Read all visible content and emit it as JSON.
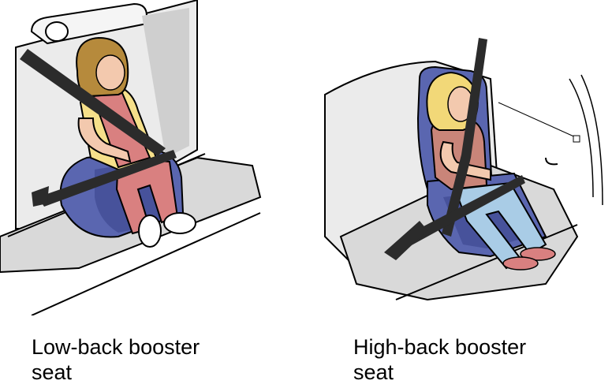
{
  "figures": [
    {
      "caption_line1": "Low-back booster",
      "caption_line2": "seat"
    },
    {
      "caption_line1": "High-back booster",
      "caption_line2": "seat"
    }
  ],
  "colors": {
    "booster_blue": "#5a66b0",
    "booster_dark": "#343e86",
    "seat_gray": "#d9d9d9",
    "seat_light": "#eeeeee",
    "belt": "#2b2b2b",
    "shirt_yellow": "#f6e08a",
    "overall_pink": "#d98080",
    "hair_brown": "#b68a3c",
    "hair_blonde": "#f2d878",
    "skin": "#f3c9ae",
    "jeans": "#a9cce6",
    "top_mauve": "#c98579"
  }
}
